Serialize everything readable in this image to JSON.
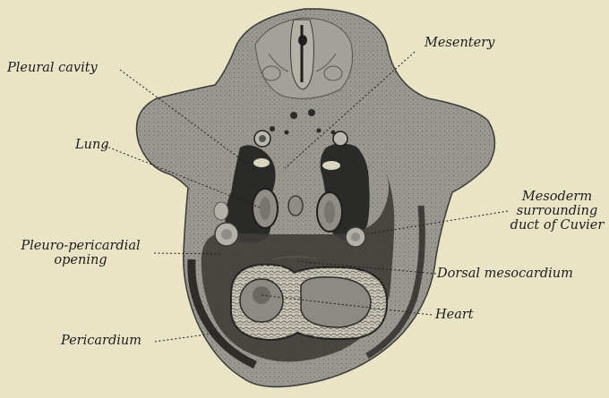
{
  "labels": {
    "pleural_cavity": "Pleural cavity",
    "mesentery": "Mesentery",
    "lung": "Lung",
    "mesoderm_1": "Mesoderm",
    "mesoderm_2": "surrounding",
    "mesoderm_3": "duct of Cuvier",
    "pleuro_pericardial_1": "Pleuro-pericardial",
    "pleuro_pericardial_2": "opening",
    "dorsal_mesocardium": "Dorsal mesocardium",
    "heart": "Heart",
    "pericardium": "Pericardium"
  },
  "colors": {
    "background": "#e9e4c6",
    "tissue_light": "#9a9890",
    "tissue_mid": "#6f6e68",
    "cavity_dark": "#2a2a28",
    "ink": "#1c1c1c"
  }
}
